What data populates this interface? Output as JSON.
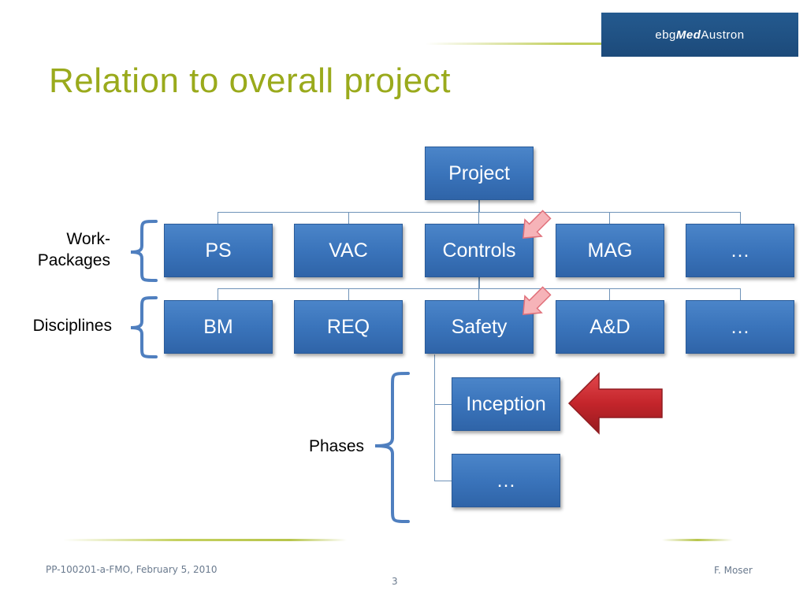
{
  "header": {
    "logo_prefix": "ebg ",
    "logo_med": "Med",
    "logo_suffix": "Austron",
    "title": "Relation to overall project"
  },
  "diagram": {
    "root": "Project",
    "work_packages": [
      "PS",
      "VAC",
      "Controls",
      "MAG",
      "…"
    ],
    "disciplines": [
      "BM",
      "REQ",
      "Safety",
      "A&D",
      "…"
    ],
    "phases": [
      "Inception",
      "…"
    ]
  },
  "labels": {
    "work_packages_line1": "Work-",
    "work_packages_line2": "Packages",
    "disciplines": "Disciplines",
    "phases": "Phases"
  },
  "footer": {
    "ref": "PP-100201-a-FMO,  February 5, 2010",
    "author": "F. Moser",
    "page": "3"
  },
  "colors": {
    "title": "#9aaa1c",
    "box": "#3a74bb",
    "brace": "#4f7fbf",
    "arrow_small": "#f6b3b8",
    "arrow_big": "#c0272d"
  }
}
